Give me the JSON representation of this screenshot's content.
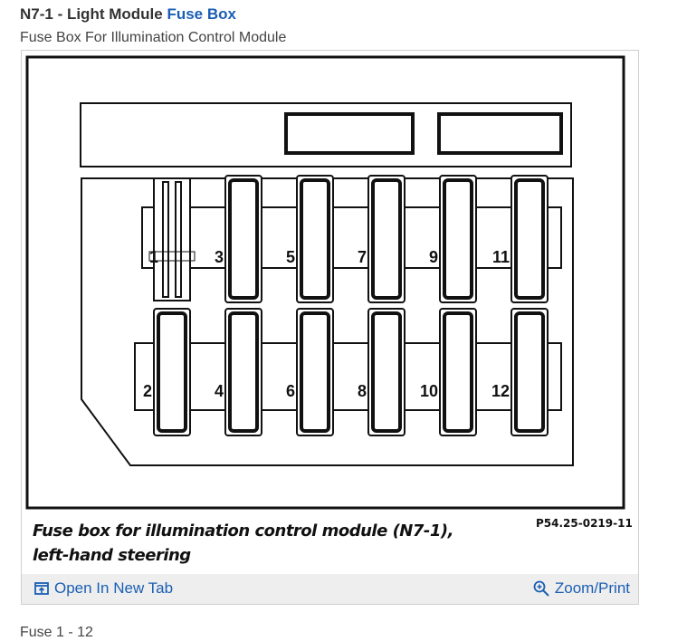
{
  "heading": {
    "prefix": "N7-1 - Light Module",
    "link": "Fuse Box"
  },
  "subheading": "Fuse Box For Illumination Control Module",
  "diagram": {
    "caption_line1": "Fuse box for illumination control module (N7-1),",
    "caption_line2": "left-hand steering",
    "reference_code": "P54.25-0219-11",
    "fuse_numbers_top": [
      "1",
      "3",
      "5",
      "7",
      "9",
      "11"
    ],
    "fuse_numbers_bottom": [
      "2",
      "4",
      "6",
      "8",
      "10",
      "12"
    ]
  },
  "actions": {
    "open_new_tab": "Open In New Tab",
    "zoom_print": "Zoom/Print"
  },
  "next_text": "Fuse 1 - 12",
  "colors": {
    "link": "#1a5fb4",
    "action_bar": "#eeeeee"
  }
}
